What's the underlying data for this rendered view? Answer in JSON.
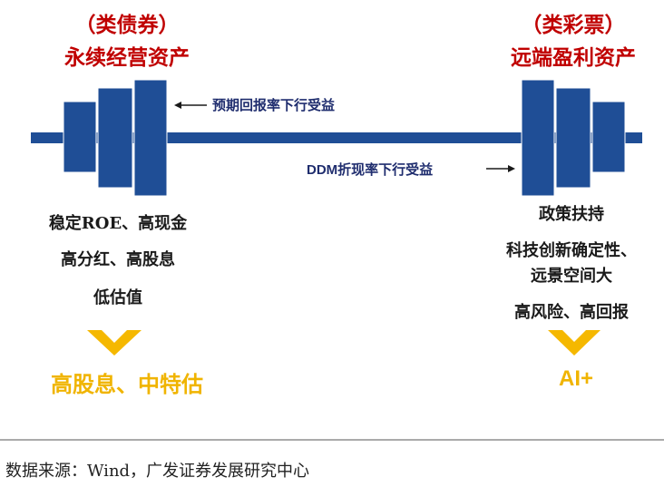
{
  "left": {
    "title_line1": "（类债券）",
    "title_line2": "永续经营资产",
    "attr_line1": "稳定ROE、高现金",
    "attr_line2": "高分红、高股息",
    "attr_line3": "低估值",
    "result": "高股息、中特估"
  },
  "right": {
    "title_line1": "（类彩票）",
    "title_line2": "远端盈利资产",
    "attr_line1": "政策扶持",
    "attr_line2": "科技创新确定性、",
    "attr_line3": "远景空间大",
    "attr_line4": "高风险、高回报",
    "result": "AI+"
  },
  "arrows": {
    "top_label": "预期回报率下行受益",
    "bottom_label": "DDM折现率下行受益"
  },
  "footer": {
    "source": "数据来源：Wind，广发证券发展研究中心"
  },
  "colors": {
    "barbell": "#1f4e96",
    "title": "#c00000",
    "result": "#f0b400",
    "chevron": "#f5b800"
  }
}
